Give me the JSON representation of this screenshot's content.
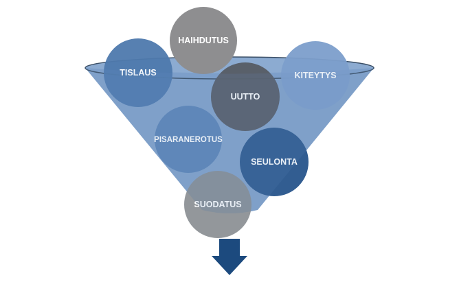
{
  "diagram": {
    "circles": [
      {
        "id": "haihdutus",
        "label": "HAIHDUTUS",
        "color": "#8e8e90"
      },
      {
        "id": "tislaus",
        "label": "TISLAUS",
        "color": "#4e79ad"
      },
      {
        "id": "kiteytys",
        "label": "KITEYTYS",
        "color": "#7c9ecb"
      },
      {
        "id": "uutto",
        "label": "UUTTO",
        "color": "#565c64"
      },
      {
        "id": "pisaranerotus",
        "label": "PISARANEROTUS",
        "color": "#5b84b6"
      },
      {
        "id": "seulonta",
        "label": "SEULONTA",
        "color": "#2e5a8f"
      },
      {
        "id": "suodatus",
        "label": "SUODATUS",
        "color": "#8a8e92"
      }
    ],
    "funnel_color": "#6d93c2",
    "funnel_rim_color": "#7fa2cc",
    "arrow_color": "#1c4a7e"
  }
}
